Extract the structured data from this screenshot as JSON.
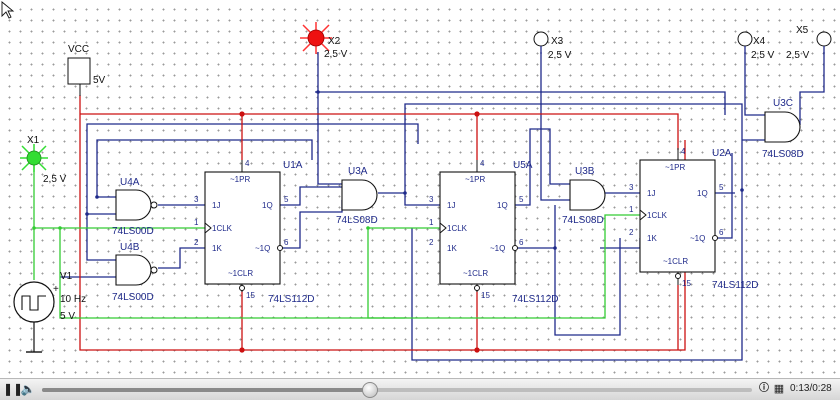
{
  "diagram": {
    "components": {
      "vcc": {
        "name": "VCC",
        "value": "5V"
      },
      "v1": {
        "name": "V1",
        "freq": "10 Hz",
        "amp": "5 V"
      },
      "probes": [
        {
          "name": "X1",
          "value": "2,5 V",
          "state": "on"
        },
        {
          "name": "X2",
          "value": "2,5 V",
          "state": "on"
        },
        {
          "name": "X3",
          "value": "2,5 V",
          "state": "off"
        },
        {
          "name": "X4",
          "value": "2,5 V",
          "state": "off"
        },
        {
          "name": "X5",
          "value": "2,5 V",
          "state": "off"
        }
      ],
      "flipflops": [
        {
          "ref": "U1A",
          "part": "74LS112D"
        },
        {
          "ref": "U5A",
          "part": "74LS112D"
        },
        {
          "ref": "U2A",
          "part": "74LS112D"
        }
      ],
      "and_gates": [
        {
          "ref": "U3A",
          "part": "74LS08D"
        },
        {
          "ref": "U3B",
          "part": "74LS08D"
        },
        {
          "ref": "U3C",
          "part": "74LS08D"
        }
      ],
      "nand_gates": [
        {
          "ref": "U4A",
          "part": "74LS00D"
        },
        {
          "ref": "U4B",
          "part": "74LS00D"
        }
      ]
    },
    "ff_pins": {
      "pr": "~1PR",
      "clr": "~1CLR",
      "j": "1J",
      "k": "1K",
      "clk": "1CLK",
      "q": "1Q",
      "qn": "~1Q",
      "p4": "4",
      "p15": "15",
      "p1": "1",
      "p2": "2",
      "p3": "3",
      "p5": "5",
      "p6": "6"
    },
    "colors": {
      "wire": "#1f2a8a",
      "vcc_rail": "#cc1111",
      "clock": "#33cc33",
      "probe_on": "#ff2222",
      "probe_clock": "#33dd33"
    }
  },
  "player": {
    "play_icon": "pause-icon",
    "volume_icon": "speaker-icon",
    "elapsed": "0:13",
    "total": "0:28",
    "progress": 0.46
  }
}
